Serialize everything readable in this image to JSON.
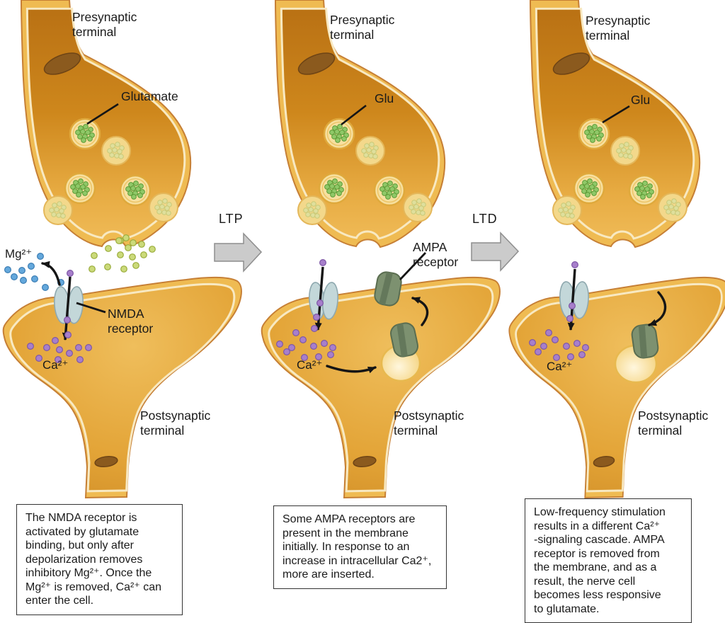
{
  "palette": {
    "cell_fill": "#E8AC41",
    "cell_fill_dark": "#B97114",
    "membrane_highlight": "#F8E9C2",
    "membrane_line": "#C67F35",
    "nmda_receptor": "#C3D7D9",
    "ampa_receptor": "#7D9170",
    "calcium_ion": "#A77FCB",
    "magnesium_ion": "#64A8DC",
    "glutamate_ion": "#CBDA7A",
    "vesicle_fill": "#F7E09F",
    "flow_arrow_fill": "#CBCBCB"
  },
  "transitions": [
    {
      "label": "LTP"
    },
    {
      "label": "LTD"
    }
  ],
  "panels": [
    {
      "labels": {
        "presynaptic": "Presynaptic\nterminal",
        "vesicle": "Glutamate",
        "mg": "Mg²⁺",
        "receptor": "NMDA\nreceptor",
        "ca": "Ca²⁺",
        "postsynaptic": "Postsynaptic\nterminal"
      },
      "caption": "The NMDA receptor is\nactivated by glutamate\nbinding, but only after\ndepolarization removes\ninhibitory Mg²⁺. Once the\nMg²⁺ is removed, Ca²⁺ can\nenter the cell."
    },
    {
      "labels": {
        "presynaptic": "Presynaptic\nterminal",
        "vesicle": "Glu",
        "receptor": "AMPA\nreceptor",
        "ca": "Ca²⁺",
        "postsynaptic": "Postsynaptic\nterminal"
      },
      "caption": "Some AMPA receptors are\npresent in the membrane\ninitially. In response to an\nincrease in intracellular Ca2⁺,\nmore are inserted."
    },
    {
      "labels": {
        "presynaptic": "Presynaptic\nterminal",
        "vesicle": "Glu",
        "ca": "Ca²⁺",
        "postsynaptic": "Postsynaptic\nterminal"
      },
      "caption": "Low-frequency stimulation\nresults in a different Ca²⁺\n-signaling cascade. AMPA\nreceptor is removed from\nthe membrane, and as a\nresult, the nerve cell\nbecomes less responsive\nto glutamate."
    }
  ]
}
